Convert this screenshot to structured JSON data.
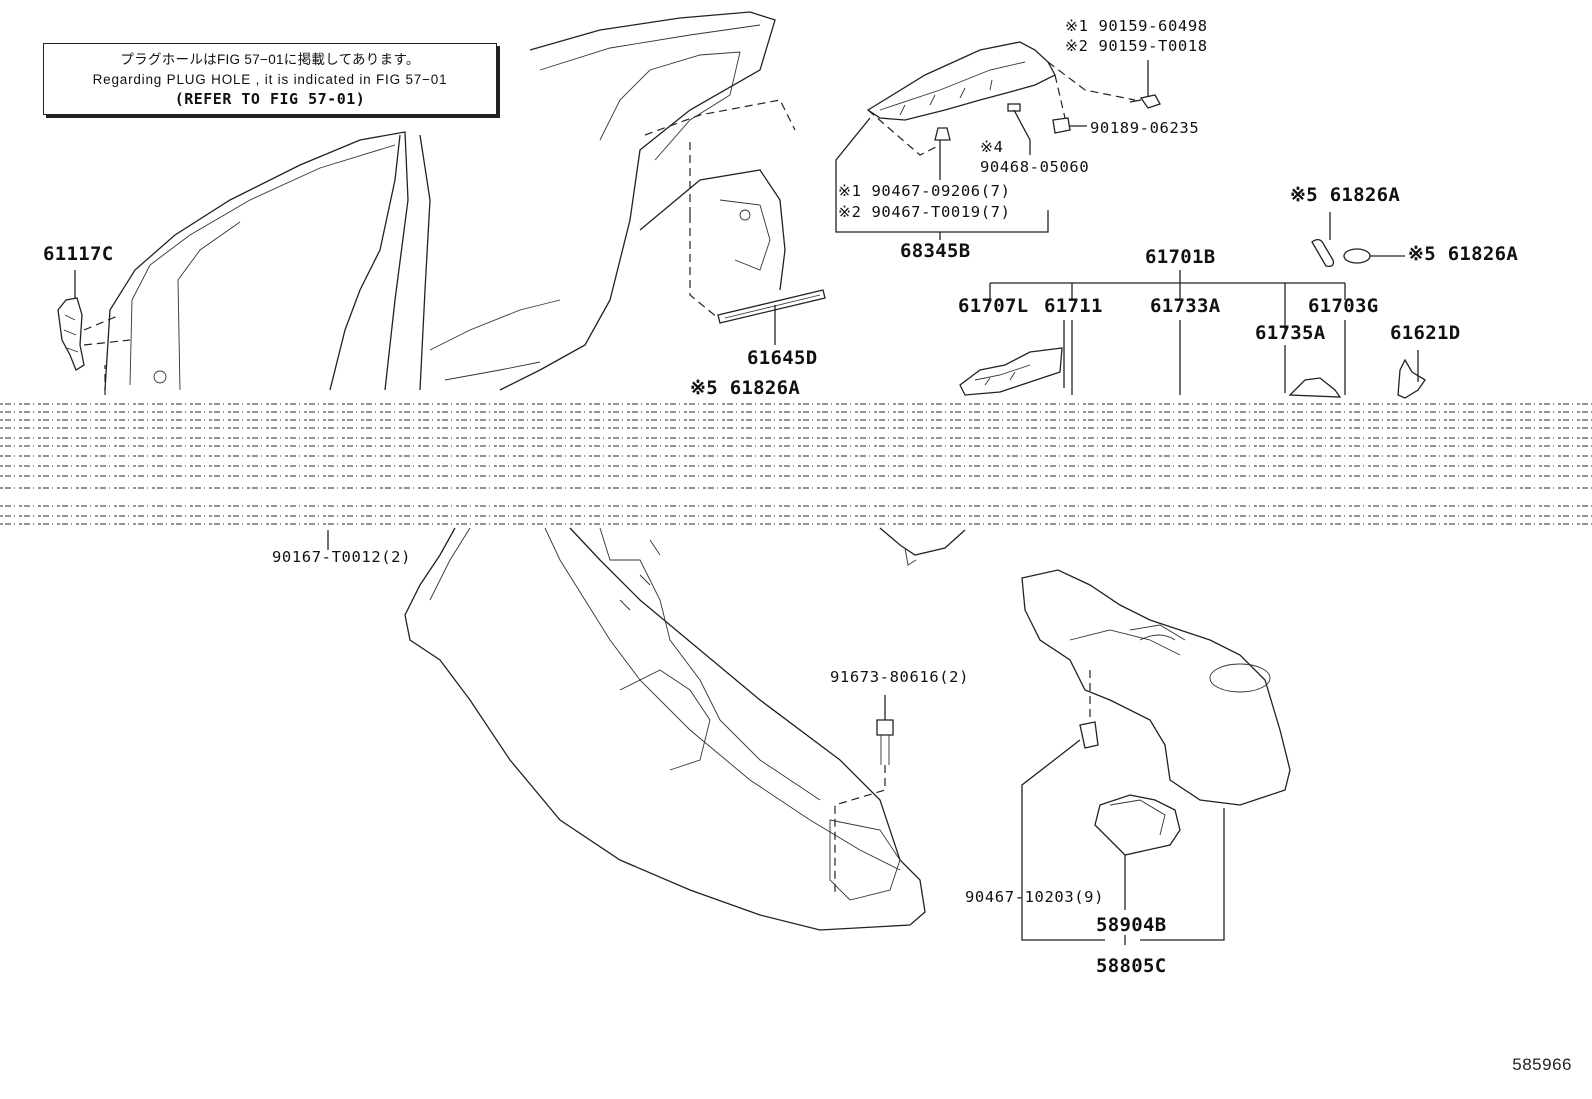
{
  "note": {
    "japanese": "プラグホールはFIG 57−01に掲載してあります。",
    "english": "Regarding  PLUG  HOLE , it is indicated in FIG  57−01",
    "reference": "(REFER TO FIG 57-01)"
  },
  "figure_number": "585966",
  "parts": {
    "p61117C": "61117C",
    "p61645D": "61645D",
    "p61826A_a": "※5 61826A",
    "p61826A_b": "※5 61826A",
    "p61826A_c": "※5 61826A",
    "p68345B": "68345B",
    "p90159_60498": "※1 90159-60498",
    "p90159_T0018": "※2 90159-T0018",
    "p90189_06235": "90189-06235",
    "p90468_x4": "※4",
    "p90468_05060": "90468-05060",
    "p90467_09206": "※1 90467-09206(7)",
    "p90467_T0019": "※2 90467-T0019(7)",
    "p61701B": "61701B",
    "p61707L": "61707L",
    "p61711": "61711",
    "p61733A": "61733A",
    "p61703G": "61703G",
    "p61735A": "61735A",
    "p61621D": "61621D",
    "p90167_T0012": "90167-T0012(2)",
    "p91673_80616": "91673-80616(2)",
    "p90467_10203": "90467-10203(9)",
    "p58904B": "58904B",
    "p58805C": "58805C"
  }
}
